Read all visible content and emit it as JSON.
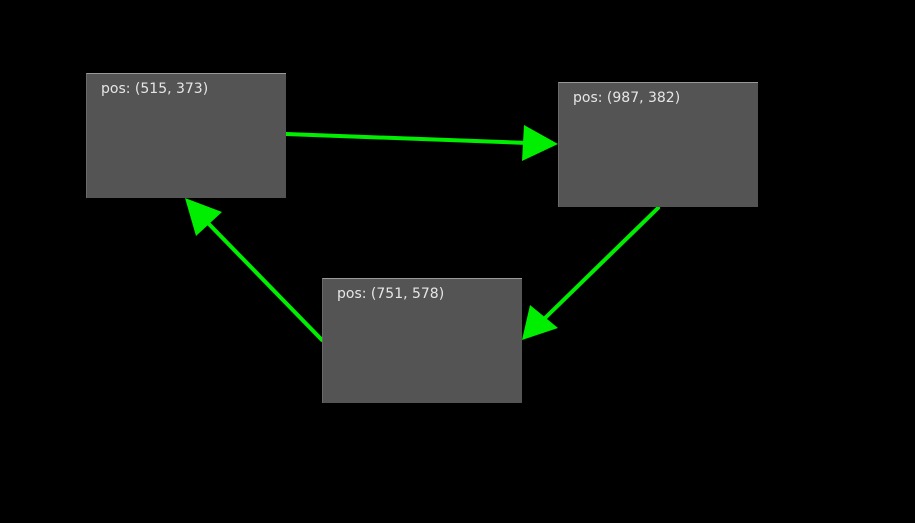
{
  "nodes": [
    {
      "id": "node-a",
      "label": "pos: (515, 373)"
    },
    {
      "id": "node-b",
      "label": "pos: (987, 382)"
    },
    {
      "id": "node-c",
      "label": "pos: (751, 578)"
    }
  ],
  "edges": [
    {
      "from": "node-a",
      "to": "node-b"
    },
    {
      "from": "node-b",
      "to": "node-c"
    },
    {
      "from": "node-c",
      "to": "node-a"
    }
  ],
  "colors": {
    "background": "#000000",
    "node_fill": "#545454",
    "node_text": "#e6e6e6",
    "edge": "#00ee00"
  }
}
